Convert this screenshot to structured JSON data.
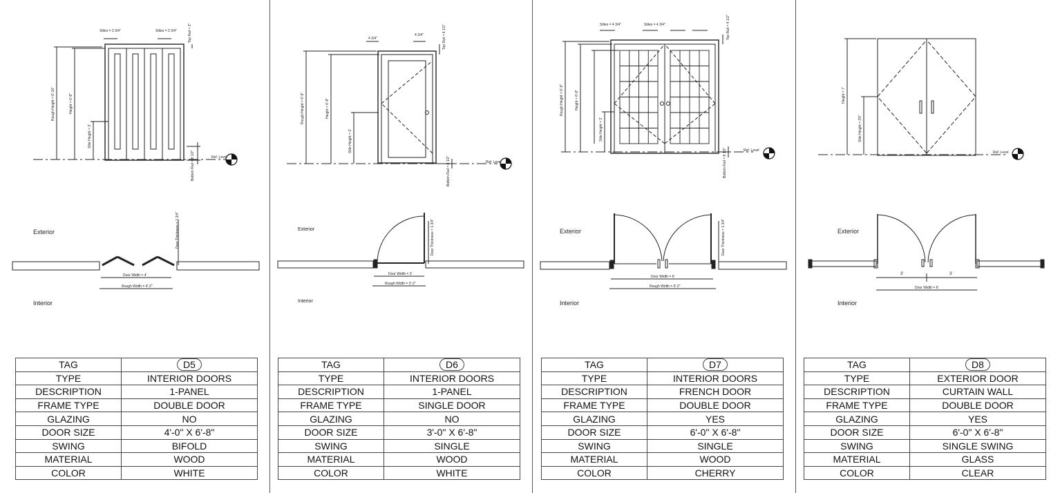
{
  "panels": [
    {
      "labels": {
        "exterior": "Exterior",
        "interior": "Interior",
        "ref_level": "Ref. Level"
      },
      "dims": {
        "stiles1": "Stiles = 3 3/4\"",
        "stiles2": "Stiles = 3 3/4\"",
        "top_rail": "Top Rail = 3\"",
        "rough_height": "Rough Height = 6'-10\"",
        "height": "Height = 6'-8\"",
        "stile_height": "Stile Height = 3'",
        "bottom_rail": "Bottom Rail = 8 1/2\"",
        "door_width": "Door Width = 4'",
        "rough_width": "Rough Width = 4'-2\"",
        "door_thickness": "Door Thickness = 1 3/4\""
      },
      "schedule": [
        {
          "key": "TAG",
          "value": "D5"
        },
        {
          "key": "TYPE",
          "value": "INTERIOR DOORS"
        },
        {
          "key": "DESCRIPTION",
          "value": "1-PANEL"
        },
        {
          "key": "FRAME TYPE",
          "value": "DOUBLE DOOR"
        },
        {
          "key": "GLAZING",
          "value": "NO"
        },
        {
          "key": "DOOR SIZE",
          "value": "4'-0\" X 6'-8\""
        },
        {
          "key": "SWING",
          "value": "BIFOLD"
        },
        {
          "key": "MATERIAL",
          "value": "WOOD"
        },
        {
          "key": "COLOR",
          "value": "WHITE"
        }
      ]
    },
    {
      "labels": {
        "exterior": "Exterior",
        "interior": "Interior",
        "ref_level": "Ref. Level"
      },
      "dims": {
        "stiles1": "4 3/4\"",
        "stiles2": "4 3/4\"",
        "top_rail": "Top Rail = 6 1/2\"",
        "rough_height": "Rough Height = 6'-9\"",
        "height": "Height = 6'-8\"",
        "stile_height": "Stile Height = 3'",
        "bottom_rail": "Bottom Rail = 8 1/2\"",
        "door_width": "Door Width = 3'",
        "rough_width": "Rough Width = 3'-2\"",
        "door_thickness": "Door Thickness = 1 3/4\""
      },
      "schedule": [
        {
          "key": "TAG",
          "value": "D6"
        },
        {
          "key": "TYPE",
          "value": "INTERIOR DOORS"
        },
        {
          "key": "DESCRIPTION",
          "value": "1-PANEL"
        },
        {
          "key": "FRAME TYPE",
          "value": "SINGLE DOOR"
        },
        {
          "key": "GLAZING",
          "value": "NO"
        },
        {
          "key": "DOOR SIZE",
          "value": "3'-0\" X 6'-8\""
        },
        {
          "key": "SWING",
          "value": "SINGLE"
        },
        {
          "key": "MATERIAL",
          "value": "WOOD"
        },
        {
          "key": "COLOR",
          "value": "WHITE"
        }
      ]
    },
    {
      "labels": {
        "exterior": "Exterior",
        "interior": "Interior",
        "ref_level": "Ref. Level"
      },
      "dims": {
        "stiles1": "Stiles = 4 3/4\"",
        "stiles2": "Stiles = 4 3/4\"",
        "top_rail": "Top Rail = 4 1/2\"",
        "rough_height": "Rough Height = 6'-9\"",
        "height": "Height = 6'-8\"",
        "stile_height": "Stile Height = 3'",
        "bottom_rail": "Bottom Rail = 8 1/2\"",
        "door_width": "Door Width = 6'",
        "rough_width": "Rough Width = 6'-2\"",
        "door_thickness": "Door Thickness = 1 3/4\""
      },
      "schedule": [
        {
          "key": "TAG",
          "value": "D7"
        },
        {
          "key": "TYPE",
          "value": "INTERIOR DOORS"
        },
        {
          "key": "DESCRIPTION",
          "value": "FRENCH DOOR"
        },
        {
          "key": "FRAME TYPE",
          "value": "DOUBLE DOOR"
        },
        {
          "key": "GLAZING",
          "value": "YES"
        },
        {
          "key": "DOOR SIZE",
          "value": "6'-0\" X 6'-8\""
        },
        {
          "key": "SWING",
          "value": "SINGLE"
        },
        {
          "key": "MATERIAL",
          "value": "WOOD"
        },
        {
          "key": "COLOR",
          "value": "CHERRY"
        }
      ]
    },
    {
      "labels": {
        "exterior": "Exterior",
        "interior": "Interior",
        "ref_level": "Ref. Level"
      },
      "dims": {
        "height": "Height = 7'",
        "stile_height": "Stile Height = 3'6\"",
        "leaf1": "3'",
        "leaf2": "3'",
        "door_width": "Door Width = 6'"
      },
      "schedule": [
        {
          "key": "TAG",
          "value": "D8"
        },
        {
          "key": "TYPE",
          "value": "EXTERIOR DOOR"
        },
        {
          "key": "DESCRIPTION",
          "value": "CURTAIN WALL"
        },
        {
          "key": "FRAME TYPE",
          "value": "DOUBLE DOOR"
        },
        {
          "key": "GLAZING",
          "value": "YES"
        },
        {
          "key": "DOOR SIZE",
          "value": "6'-0\" X 6'-8\""
        },
        {
          "key": "SWING",
          "value": "SINGLE SWING"
        },
        {
          "key": "MATERIAL",
          "value": "GLASS"
        },
        {
          "key": "COLOR",
          "value": "CLEAR"
        }
      ]
    }
  ]
}
